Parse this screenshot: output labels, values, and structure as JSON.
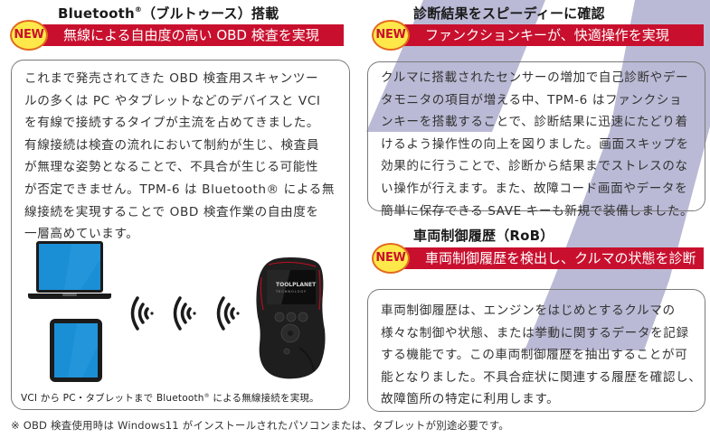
{
  "colors": {
    "banner_red": "#c8102e",
    "badge_yellow": "#ffe84a",
    "badge_border": "#e26a1d",
    "stripe_lavender": "#babad6",
    "screen_blue": "#1a8fd6"
  },
  "left": {
    "heading_main": "Bluetooth",
    "heading_reg": "®",
    "heading_rest": "（ブルトゥース）搭載",
    "badge": "NEW",
    "banner": "無線による自由度の高い OBD 検査を実現",
    "body_lines": [
      "これまで発売されてきた OBD 検査用スキャンツー",
      "ルの多くは PC やタブレットなどのデバイスと VCI",
      "を有線で接続するタイプが主流を占めてきました。",
      "有線接続は検査の流れにおいて制約が生じ、検査員",
      "が無理な姿勢となることで、不具合が生じる可能性",
      "が否定できません。TPM-6 は Bluetooth® による無",
      "線接続を実現することで OBD 検査作業の自由度を",
      "一層高めています。"
    ],
    "illustration": {
      "laptop_icon": "laptop-icon",
      "tablet_icon": "tablet-icon",
      "wifi_icon": "wireless-signal-icon",
      "device_icon": "scan-tool-device-icon",
      "device_brand": "TOOLPLANET",
      "device_brand_sub": "TECHNOLOGY"
    },
    "caption_before": "VCI から PC・タブレットまで Bluetooth",
    "caption_reg": "®",
    "caption_after": " による無線接続を実現。"
  },
  "right_top": {
    "heading": "診断結果をスピーディーに確認",
    "badge": "NEW",
    "banner": "ファンクションキーが、快適操作を実現",
    "body_lines": [
      "クルマに搭載されたセンサーの増加で自己診断やデー",
      "タモニタの項目が増える中、TPM-6 はファンクショ",
      "ンキーを搭載することで、診断結果に迅速にたどり着",
      "けるよう操作性の向上を図りました。画面スキップを",
      "効果的に行うことで、診断から結果までストレスのな",
      "い操作が行えます。また、故障コード画面やデータを",
      "簡単に保存できる SAVE キーも新規で装備しました。"
    ]
  },
  "right_bottom": {
    "heading": "車両制御履歴（RoB）",
    "badge": "NEW",
    "banner": "車両制御履歴を検出し、クルマの状態を診断",
    "body_lines": [
      "車両制御履歴は、エンジンをはじめとするクルマの",
      "様々な制御や状態、または挙動に関するデータを記録",
      "する機能です。この車両制御履歴を抽出することが可",
      "能となりました。不具合症状に関連する履歴を確認し、",
      "故障箇所の特定に利用します。"
    ]
  },
  "footnote": "※ OBD 検査使用時は Windows11 がインストールされたパソコンまたは、タブレットが別途必要です。"
}
